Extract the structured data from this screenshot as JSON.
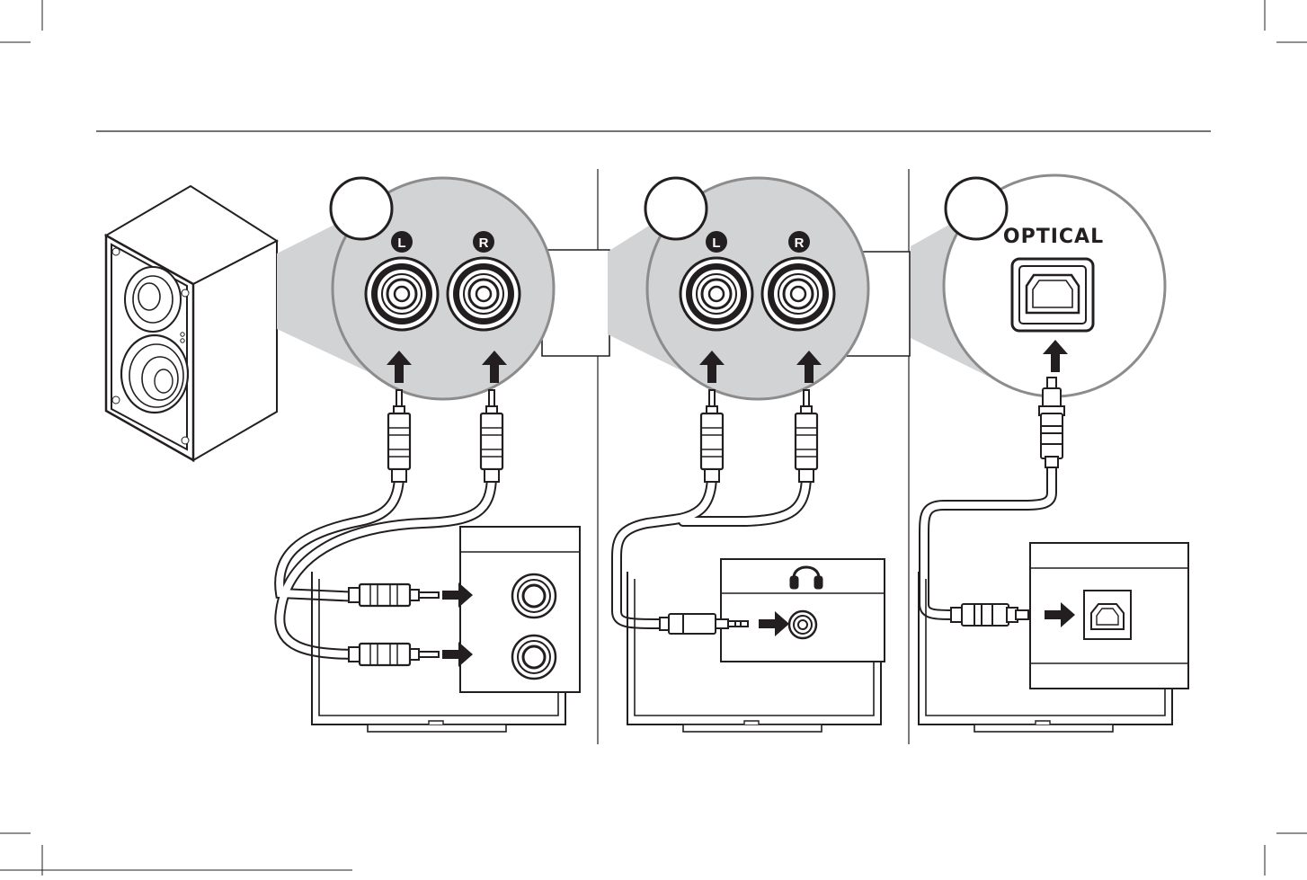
{
  "panels": [
    {
      "id": "rca-to-rca",
      "jack_labels": [
        "L",
        "R"
      ],
      "colors": {
        "zoom_fill": "#d1d3d4",
        "zoom_stroke": "#8a8a8a"
      }
    },
    {
      "id": "rca-to-headphone",
      "jack_labels": [
        "L",
        "R"
      ],
      "source_icon": "headphones-icon"
    },
    {
      "id": "optical",
      "port_label": "OPTICAL"
    }
  ],
  "colors": {
    "ink": "#231f20",
    "zoom_gray": "#d1d3d4",
    "circle_outline": "#8c8c8c",
    "marker_black": "#231f20"
  }
}
